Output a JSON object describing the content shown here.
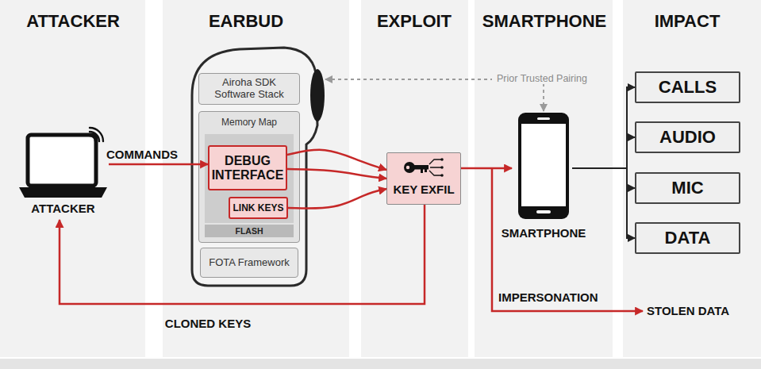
{
  "diagram": {
    "nodes": [
      {
        "text": [
          "ATTACKER"
        ]
      },
      {
        "text": [
          "EARBUD"
        ]
      },
      {
        "text": [
          "Airoha SDK Software Stack"
        ],
        "in": 1
      },
      {
        "text": [
          "Memory Map"
        ],
        "in": 1
      },
      {
        "text": [
          "DEBUG INTERFACE"
        ],
        "in": 3
      },
      {
        "text": [
          "LINK KEYS"
        ],
        "in": 3
      },
      {
        "text": [
          "FLASH"
        ],
        "in": 3
      },
      {
        "text": [
          "FOTA Framework"
        ],
        "in": 1
      },
      {
        "text": [
          "KEY EXFIL"
        ]
      },
      {
        "text": [
          "SMARTPHONE"
        ]
      },
      {
        "text": [
          "CALLS"
        ]
      },
      {
        "text": [
          "AUDIO"
        ]
      },
      {
        "text": [
          "MIC"
        ]
      },
      {
        "text": [
          "DATA"
        ]
      }
    ],
    "edges": [
      {
        "from": 0,
        "to": 4,
        "arrow": "to",
        "label": "COMMANDS"
      },
      {
        "from": 4,
        "to": 8,
        "arrow": "to"
      },
      {
        "from": 4,
        "to": 8,
        "arrow": "to"
      },
      {
        "from": 5,
        "to": 8,
        "arrow": "to"
      },
      {
        "from": 8,
        "to": 9,
        "arrow": "to"
      },
      {
        "from": 8,
        "to": 0,
        "arrow": "to",
        "label": "CLONED KEYS"
      },
      {
        "from": 1,
        "to": 9,
        "arrow": "both",
        "label": "Prior Trusted Pairing"
      },
      {
        "from": 9,
        "to": 10,
        "arrow": "to"
      },
      {
        "from": 9,
        "to": 11,
        "arrow": "to"
      },
      {
        "from": 9,
        "to": 12,
        "arrow": "to"
      },
      {
        "from": 9,
        "to": 13,
        "arrow": "to"
      }
    ],
    "labels": [
      "ATTACKER",
      "EXPLOIT",
      "SMARTPHONE",
      "IMPACT",
      "IMPERSONATION",
      "STOLEN DATA"
    ]
  }
}
